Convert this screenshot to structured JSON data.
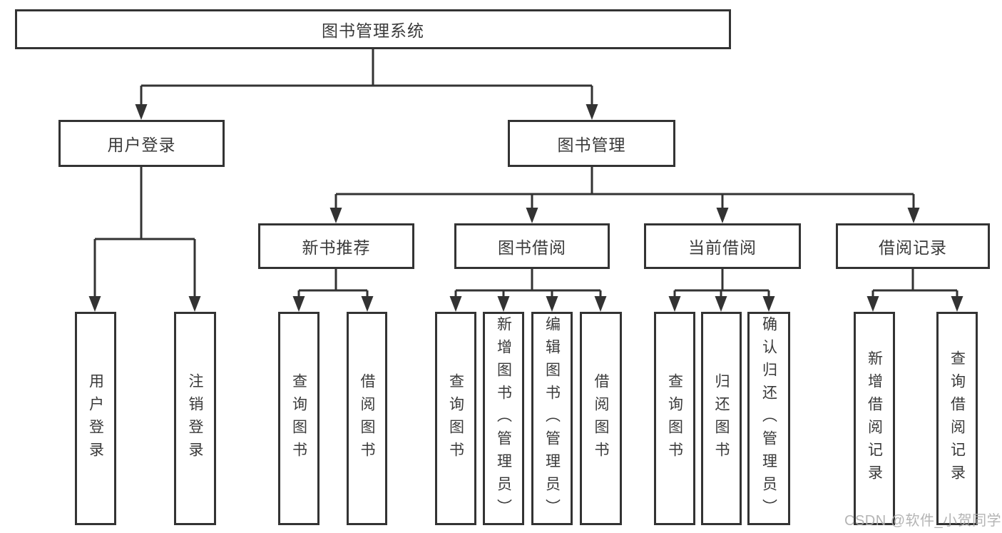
{
  "colors": {
    "line": "#333333",
    "text": "#3A3A3A",
    "watermark": "#ACACAC",
    "background": "#FFFFFF"
  },
  "watermark": {
    "text": "CSDN @软件_小贺同学"
  },
  "tree": {
    "root": {
      "label": "图书管理系统",
      "children": {
        "user_login": {
          "label": "用户登录",
          "children": {
            "login": {
              "label": "用户登录"
            },
            "logout": {
              "label": "注销登录"
            }
          }
        },
        "book_mgmt": {
          "label": "图书管理",
          "children": {
            "new_books": {
              "label": "新书推荐",
              "children": {
                "query": {
                  "label": "查询图书"
                },
                "borrow": {
                  "label": "借阅图书"
                }
              }
            },
            "book_borrow": {
              "label": "图书借阅",
              "children": {
                "query": {
                  "label": "查询图书"
                },
                "add": {
                  "label": "新增图书（管理员）"
                },
                "edit": {
                  "label": "编辑图书（管理员）"
                },
                "borrow": {
                  "label": "借阅图书"
                }
              }
            },
            "current_borrow": {
              "label": "当前借阅",
              "children": {
                "query": {
                  "label": "查询图书"
                },
                "return": {
                  "label": "归还图书"
                },
                "confirm": {
                  "label": "确认归还（管理员）"
                }
              }
            },
            "borrow_records": {
              "label": "借阅记录",
              "children": {
                "add": {
                  "label": "新增借阅记录"
                },
                "query": {
                  "label": "查询借阅记录"
                }
              }
            }
          }
        }
      }
    }
  }
}
